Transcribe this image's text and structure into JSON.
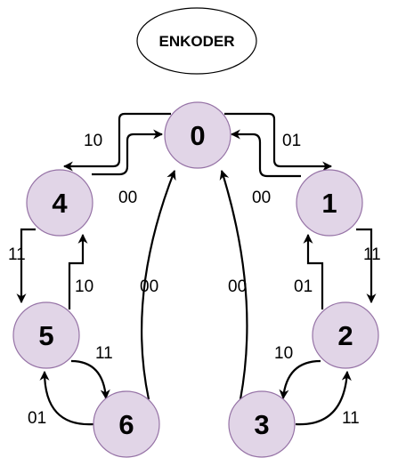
{
  "title": "ENKODER",
  "nodes": {
    "n0": "0",
    "n1": "1",
    "n2": "2",
    "n3": "3",
    "n4": "4",
    "n5": "5",
    "n6": "6"
  },
  "edges": [
    {
      "from": "0",
      "to": "4",
      "label": "10"
    },
    {
      "from": "4",
      "to": "0",
      "label": "00"
    },
    {
      "from": "0",
      "to": "1",
      "label": "01"
    },
    {
      "from": "1",
      "to": "0",
      "label": "00"
    },
    {
      "from": "4",
      "to": "5",
      "label": "11"
    },
    {
      "from": "5",
      "to": "4",
      "label": "10"
    },
    {
      "from": "5",
      "to": "6",
      "label": "11"
    },
    {
      "from": "6",
      "to": "5",
      "label": "01"
    },
    {
      "from": "6",
      "to": "0",
      "label": "00"
    },
    {
      "from": "3",
      "to": "0",
      "label": "00"
    },
    {
      "from": "1",
      "to": "2",
      "label": "11"
    },
    {
      "from": "2",
      "to": "1",
      "label": "01"
    },
    {
      "from": "2",
      "to": "3",
      "label": "10"
    },
    {
      "from": "3",
      "to": "2",
      "label": "11"
    }
  ],
  "colors": {
    "node_fill": "#e1d5e7",
    "node_stroke": "#9673a6",
    "edge": "#000000"
  }
}
